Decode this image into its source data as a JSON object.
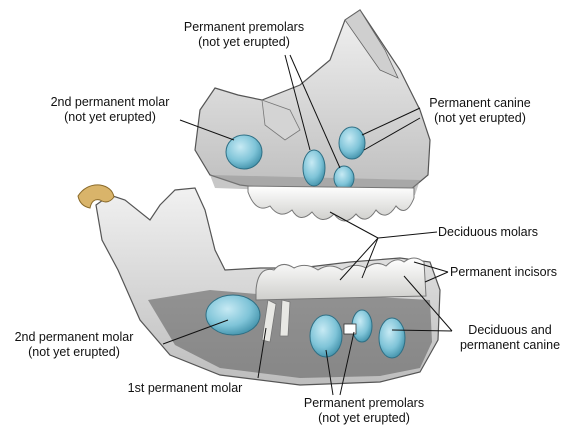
{
  "labels": {
    "upper_premolars": {
      "line1": "Permanent premolars",
      "line2": "(not yet erupted)"
    },
    "upper_second_molar": {
      "line1": "2nd permanent molar",
      "line2": "(not yet erupted)"
    },
    "permanent_canine": {
      "line1": "Permanent canine",
      "line2": "(not yet erupted)"
    },
    "deciduous_molars": {
      "line1": "Deciduous molars"
    },
    "permanent_incisors": {
      "line1": "Permanent incisors"
    },
    "lower_second_molar": {
      "line1": "2nd permanent molar",
      "line2": "(not yet erupted)"
    },
    "deciduous_and_canine": {
      "line1": "Deciduous and",
      "line2": "permanent canine"
    },
    "first_permanent_molar": {
      "line1": "1st permanent molar"
    },
    "lower_premolars": {
      "line1": "Permanent premolars",
      "line2": "(not yet erupted)"
    }
  },
  "colors": {
    "bone": "#e4e4e4",
    "bone_shadow": "#a9a9a9",
    "tooth_bud": "#7fc4d8",
    "enamel": "#f6f6f4",
    "condyle": "#d9b46a",
    "line": "#111111"
  }
}
